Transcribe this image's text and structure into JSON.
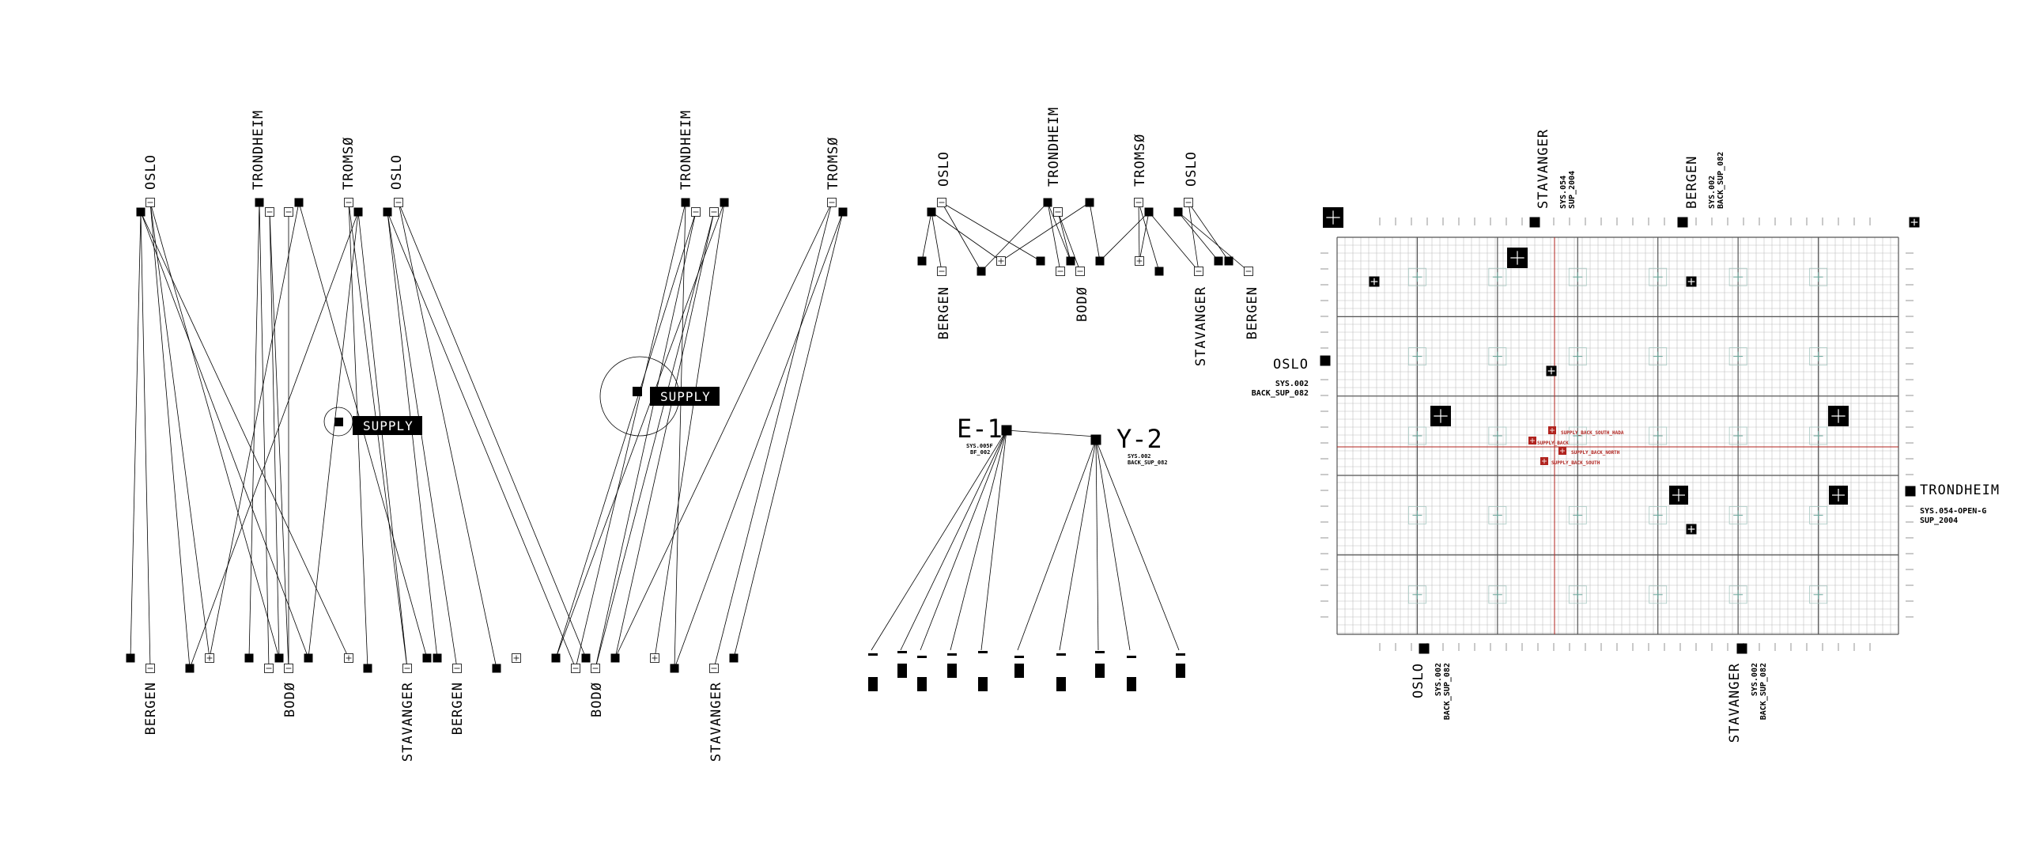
{
  "panel_a": {
    "top_labels": [
      "OSLO",
      "TRONDHEIM",
      "TROMSØ",
      "OSLO",
      "TRONDHEIM",
      "TROMSØ"
    ],
    "bottom_labels": [
      "BERGEN",
      "BODØ",
      "STAVANGER",
      "BERGEN",
      "BODØ",
      "STAVANGER"
    ],
    "supply_labels": [
      "SUPPLY",
      "SUPPLY"
    ]
  },
  "panel_b": {
    "top_labels": [
      "OSLO",
      "TRONDHEIM",
      "TROMSØ",
      "OSLO"
    ],
    "bottom_labels": [
      "BERGEN",
      "BODØ",
      "STAVANGER",
      "BERGEN"
    ]
  },
  "panel_c": {
    "node_left": {
      "name": "E-1",
      "code_1": "SYS.005F",
      "code_2": "BF_002"
    },
    "node_right": {
      "name": "Y-2",
      "code_1": "SYS.002",
      "code_2": "BACK_SUP_082"
    }
  },
  "panel_d": {
    "top_labels": [
      {
        "name": "STAVANGER",
        "code_1": "SYS.054",
        "code_2": "SUP_2004"
      },
      {
        "name": "BERGEN",
        "code_1": "SYS.002",
        "code_2": "BACK_SUP_082"
      }
    ],
    "left_label": {
      "name": "OSLO",
      "code_1": "SYS.002",
      "code_2": "BACK_SUP_082"
    },
    "right_label": {
      "name": "TRONDHEIM",
      "code_1": "SYS.054-OPEN-G",
      "code_2": "SUP_2004"
    },
    "bottom_labels": [
      {
        "name": "OSLO",
        "code_1": "SYS.002",
        "code_2": "BACK_SUP_082"
      },
      {
        "name": "STAVANGER",
        "code_1": "SYS.002",
        "code_2": "BACK_SUP_082"
      }
    ],
    "red_annotations": [
      "SUPPLY_BACK_SOUTH_HADA",
      "SUPPLY_BACK",
      "SUPPLY_BACK_NORTH",
      "SUPPLY_BACK_SOUTH"
    ],
    "accent_color": "#b0231e"
  }
}
